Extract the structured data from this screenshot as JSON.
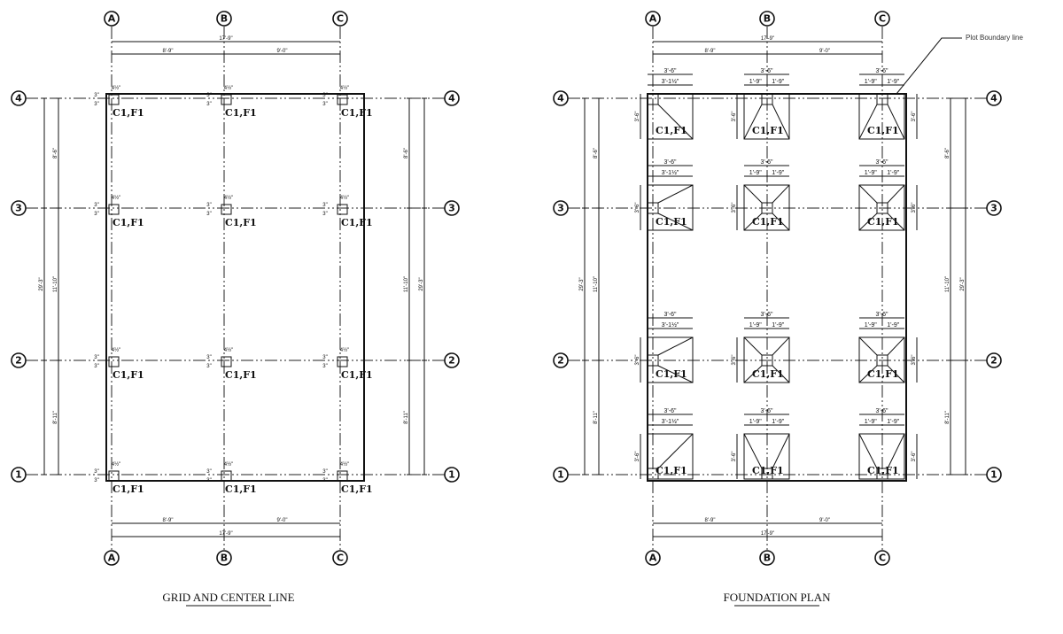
{
  "plans": [
    {
      "id": "grid",
      "title": "GRID AND CENTER LINE",
      "columns": [
        "A",
        "B",
        "C"
      ],
      "rows": [
        "4",
        "3",
        "2",
        "1"
      ],
      "overall_h": "17'-9\"",
      "spans_h": [
        "8'-9\"",
        "9'-0\""
      ],
      "overall_v": "29'-3\"",
      "spans_v": [
        "8'-6\"",
        "11'-10\"",
        "8'-11\""
      ],
      "column_tag": "C1,F1",
      "offset_top": "4½\"",
      "offset_side": "3\""
    },
    {
      "id": "foundation",
      "title": "FOUNDATION PLAN",
      "columns": [
        "A",
        "B",
        "C"
      ],
      "rows": [
        "4",
        "3",
        "2",
        "1"
      ],
      "overall_h": "17'-9\"",
      "spans_h": [
        "8'-9\"",
        "9'-0\""
      ],
      "overall_v": "29'-3\"",
      "spans_v": [
        "8'-6\"",
        "11'-10\"",
        "8'-11\""
      ],
      "column_tag": "C1,F1",
      "footing_width": "3'-6\"",
      "footing_half": "1'-9\"",
      "footing_edge": "3'-1½\"",
      "annotation": "Plot Boundary line"
    }
  ]
}
